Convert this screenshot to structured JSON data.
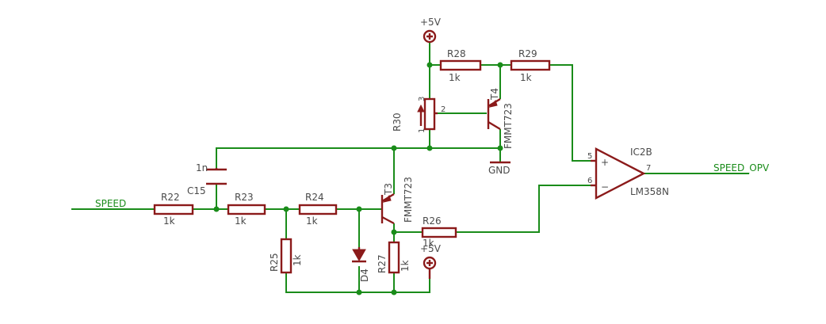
{
  "nets": {
    "speed": "SPEED",
    "speed_opv": "SPEED_OPV"
  },
  "supply": {
    "top": "+5V",
    "bottom": "+5V",
    "gnd": "GND"
  },
  "components": {
    "r22": {
      "name": "R22",
      "value": "1k"
    },
    "r23": {
      "name": "R23",
      "value": "1k"
    },
    "r24": {
      "name": "R24",
      "value": "1k"
    },
    "r25": {
      "name": "R25",
      "value": "1k"
    },
    "r26": {
      "name": "R26",
      "value": "1k"
    },
    "r27": {
      "name": "R27",
      "value": "1k"
    },
    "r28": {
      "name": "R28",
      "value": "1k"
    },
    "r29": {
      "name": "R29",
      "value": "1k"
    },
    "r30": {
      "name": "R30",
      "pin1": "1",
      "pin2": "2",
      "pin3": "3"
    },
    "c15": {
      "name": "C15",
      "value": "1n"
    },
    "d4": {
      "name": "D4"
    },
    "t3": {
      "name": "T3",
      "value": "FMMT723"
    },
    "t4": {
      "name": "T4",
      "value": "FMMT723"
    },
    "ic2b": {
      "name": "IC2B",
      "value": "LM358N",
      "pin5": "5",
      "pin6": "6",
      "pin7": "7",
      "plus": "+",
      "minus": "−"
    }
  },
  "colors": {
    "wire": "#1a8c1a",
    "part": "#8b1a1a",
    "label": "#4a4a4a"
  }
}
